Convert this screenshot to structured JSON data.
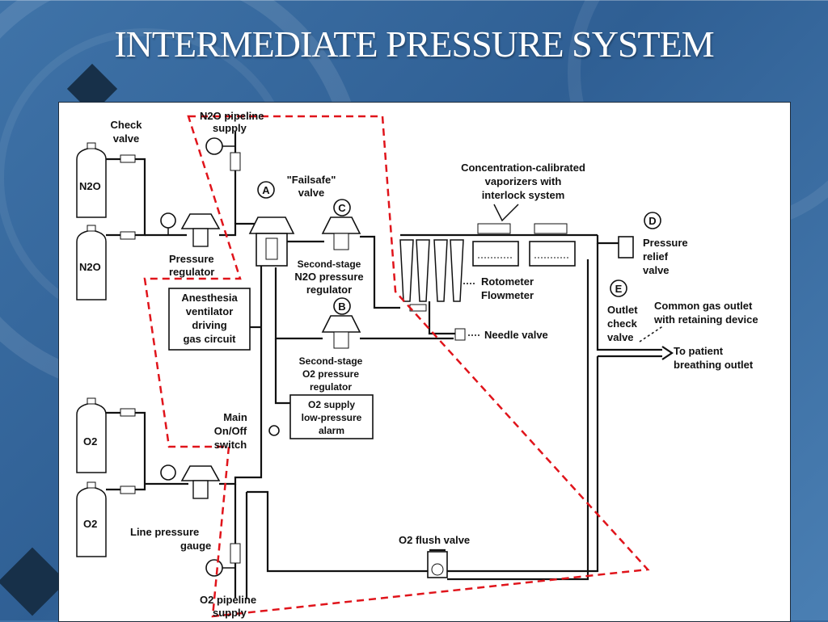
{
  "slide": {
    "title": "INTERMEDIATE PRESSURE SYSTEM"
  },
  "diagram": {
    "labels": {
      "check_valve": [
        "Check",
        "valve"
      ],
      "n2o_cyl_1": "N2O",
      "n2o_cyl_2": "N2O",
      "o2_cyl_1": "O2",
      "o2_cyl_2": "O2",
      "n2o_pipeline_supply": [
        "N2O pipeline",
        "supply"
      ],
      "failsafe_valve": [
        "\"Failsafe\"",
        "valve"
      ],
      "marker_a": "A",
      "marker_b": "B",
      "marker_c": "C",
      "marker_d": "D",
      "marker_e": "E",
      "pressure_regulator": [
        "Pressure",
        "regulator"
      ],
      "second_stage_n2o": [
        "Second-stage",
        "N2O pressure",
        "regulator"
      ],
      "anesthesia_ventilator": [
        "Anesthesia",
        "ventilator",
        "driving",
        "gas circuit"
      ],
      "vaporizers": [
        "Concentration-calibrated",
        "vaporizers with",
        "interlock system"
      ],
      "pressure_relief": [
        "Pressure",
        "relief",
        "valve"
      ],
      "rotometer": [
        "Rotometer",
        "Flowmeter"
      ],
      "outlet_check": [
        "Outlet",
        "check",
        "valve"
      ],
      "common_gas_outlet": [
        "Common gas outlet",
        "with retaining device"
      ],
      "needle_valve": "Needle valve",
      "to_patient": [
        "To patient",
        "breathing outlet"
      ],
      "second_stage_o2": [
        "Second-stage",
        "O2 pressure",
        "regulator"
      ],
      "o2_alarm": [
        "O2 supply",
        "low-pressure",
        "alarm"
      ],
      "main_switch": [
        "Main",
        "On/Off",
        "switch"
      ],
      "line_pressure_gauge": [
        "Line pressure",
        "gauge"
      ],
      "o2_flush": "O2 flush valve",
      "o2_pipeline_supply": [
        "O2 pipeline",
        "supply"
      ]
    },
    "colors": {
      "background": "#3f73a8",
      "boundary_dash": "#e0141b",
      "title": "#ffffff"
    }
  }
}
